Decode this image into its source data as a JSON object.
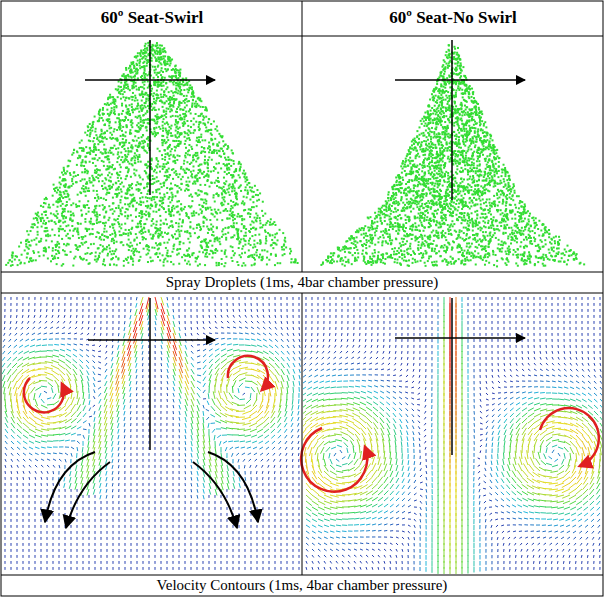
{
  "diagram": {
    "labels": [
      "60º Seat-Swirl",
      "60º Seat-No Swirl",
      "Spray Droplets (1ms, 4bar chamber pressure)",
      "Velocity Contours (1ms, 4bar chamber pressure)"
    ]
  }
}
